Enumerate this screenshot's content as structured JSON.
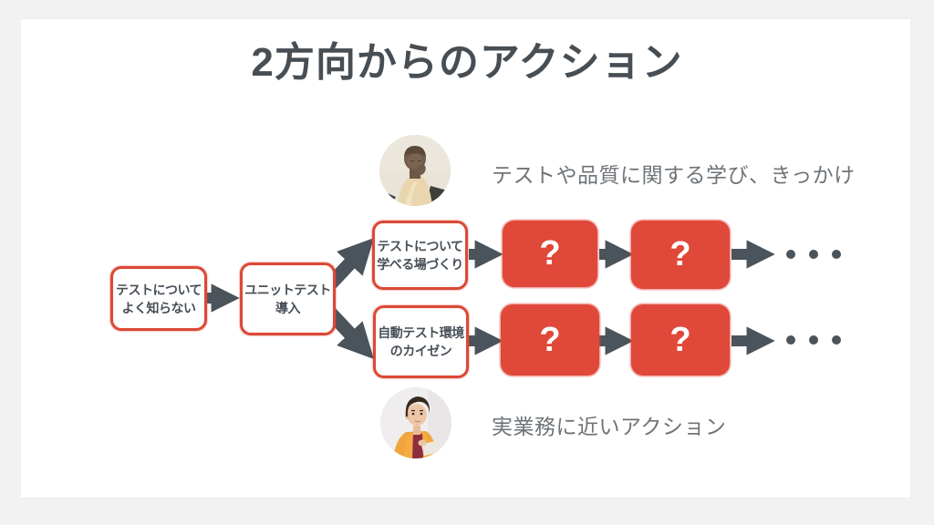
{
  "title": "2方向からのアクション",
  "lanes": {
    "top": {
      "avatar_icon": "buddha-figurine-photo",
      "caption": "テストや品質に関する学び、きっかけ"
    },
    "bottom": {
      "avatar_icon": "smiling-man-photo",
      "caption": "実業務に近いアクション"
    }
  },
  "flow": {
    "boxes": {
      "start": {
        "line1": "テストについて",
        "line2": "よく知らない"
      },
      "unit_test": {
        "line1": "ユニットテスト",
        "line2": "導入"
      },
      "learning_place": {
        "line1": "テストについて",
        "line2": "学べる場づくり"
      },
      "auto_test_env": {
        "line1": "自動テスト環境",
        "line2": "のカイゼン"
      }
    },
    "question_mark": "?",
    "ellipsis_icon": "three-dots-horizontal"
  },
  "colors": {
    "accent_red": "#e0483a",
    "outline_red": "#dc4937",
    "arrow_gray": "#4b535b",
    "title_gray": "#474e54",
    "caption_gray": "#6f7478",
    "slide_background": "#ffffff",
    "page_background": "#f2f2f3"
  }
}
